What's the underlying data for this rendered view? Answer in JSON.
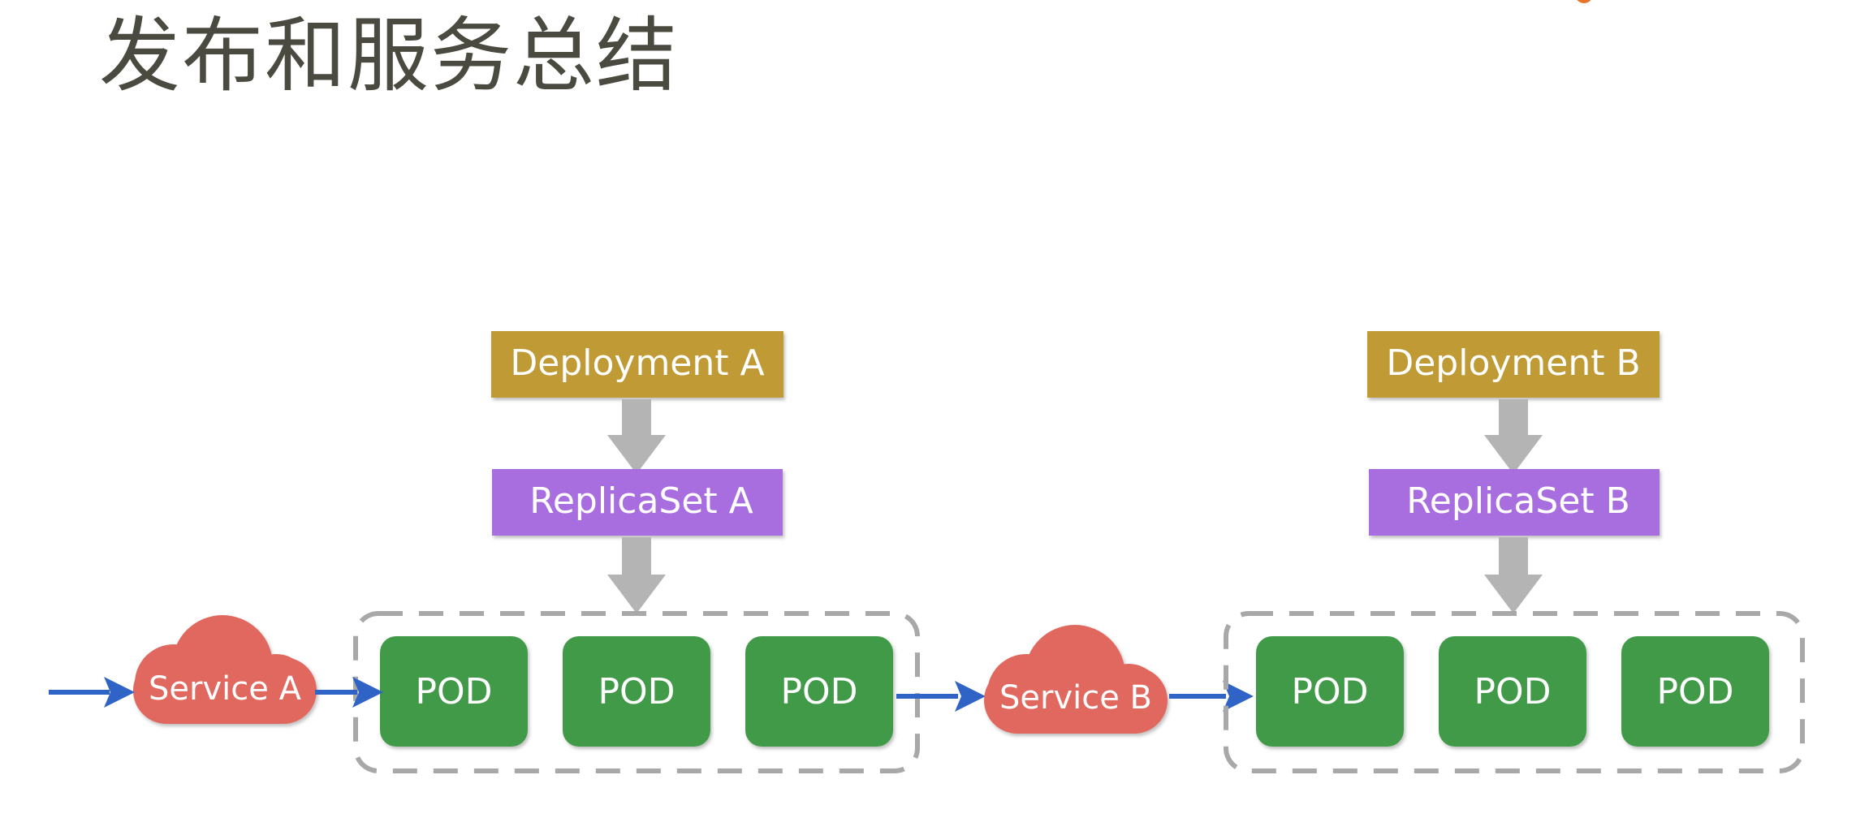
{
  "title": "发布和服务总结",
  "colors": {
    "title": "#4a4a40",
    "deployment": "#bf9a36",
    "replicaset": "#a86ee0",
    "pod": "#3f9a46",
    "service": "#e0675f",
    "arrow_blue": "#2f63c6",
    "arrow_gray": "#b4b4b4",
    "dashed_group": "#a8a8a8",
    "accent_dot": "#e8742a"
  },
  "left": {
    "deployment_label": "Deployment A",
    "replicaset_label": "ReplicaSet A",
    "service_label": "Service A",
    "pods": [
      "POD",
      "POD",
      "POD"
    ]
  },
  "right": {
    "deployment_label": "Deployment B",
    "replicaset_label": "ReplicaSet B",
    "service_label": "Service B",
    "pods": [
      "POD",
      "POD",
      "POD"
    ]
  }
}
